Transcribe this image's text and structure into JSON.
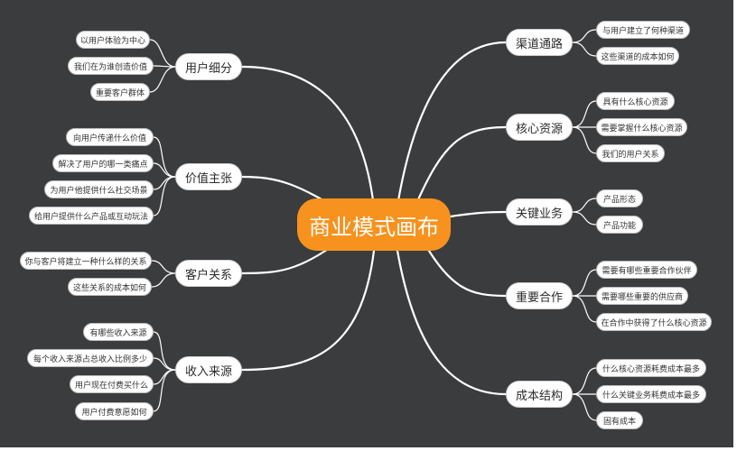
{
  "root": {
    "label": "商业模式画布"
  },
  "branches": [
    {
      "label": "用户细分",
      "side": "left",
      "leaves": [
        "以用户体验为中心",
        "我们在为谁创造价值",
        "重要客户群体"
      ]
    },
    {
      "label": "价值主张",
      "side": "left",
      "leaves": [
        "向用户传递什么价值",
        "解决了用户的哪一类痛点",
        "为用户他提供什么社交场景",
        "给用户提供什么产品或互动玩法"
      ]
    },
    {
      "label": "客户关系",
      "side": "left",
      "leaves": [
        "你与客户将建立一种什么样的关系",
        "这些关系的成本如何"
      ]
    },
    {
      "label": "收入来源",
      "side": "left",
      "leaves": [
        "有哪些收入来源",
        "每个收入来源占总收入比例多少",
        "用户现在付费买什么",
        "用户付费意愿如何"
      ]
    },
    {
      "label": "渠道通路",
      "side": "right",
      "leaves": [
        "与用户建立了何种渠道",
        "这些渠道的成本如何"
      ]
    },
    {
      "label": "核心资源",
      "side": "right",
      "leaves": [
        "具有什么核心资源",
        "需要掌握什么核心资源",
        "我们的用户关系"
      ]
    },
    {
      "label": "关键业务",
      "side": "right",
      "leaves": [
        "产品形态",
        "产品功能"
      ]
    },
    {
      "label": "重要合作",
      "side": "right",
      "leaves": [
        "需要有哪些重要合作伙伴",
        "需要哪些重要的供应商",
        "在合作中获得了什么核心资源"
      ]
    },
    {
      "label": "成本结构",
      "side": "right",
      "leaves": [
        "什么核心资源耗费成本最多",
        "什么关键业务耗费成本最多",
        "固有成本"
      ]
    }
  ]
}
